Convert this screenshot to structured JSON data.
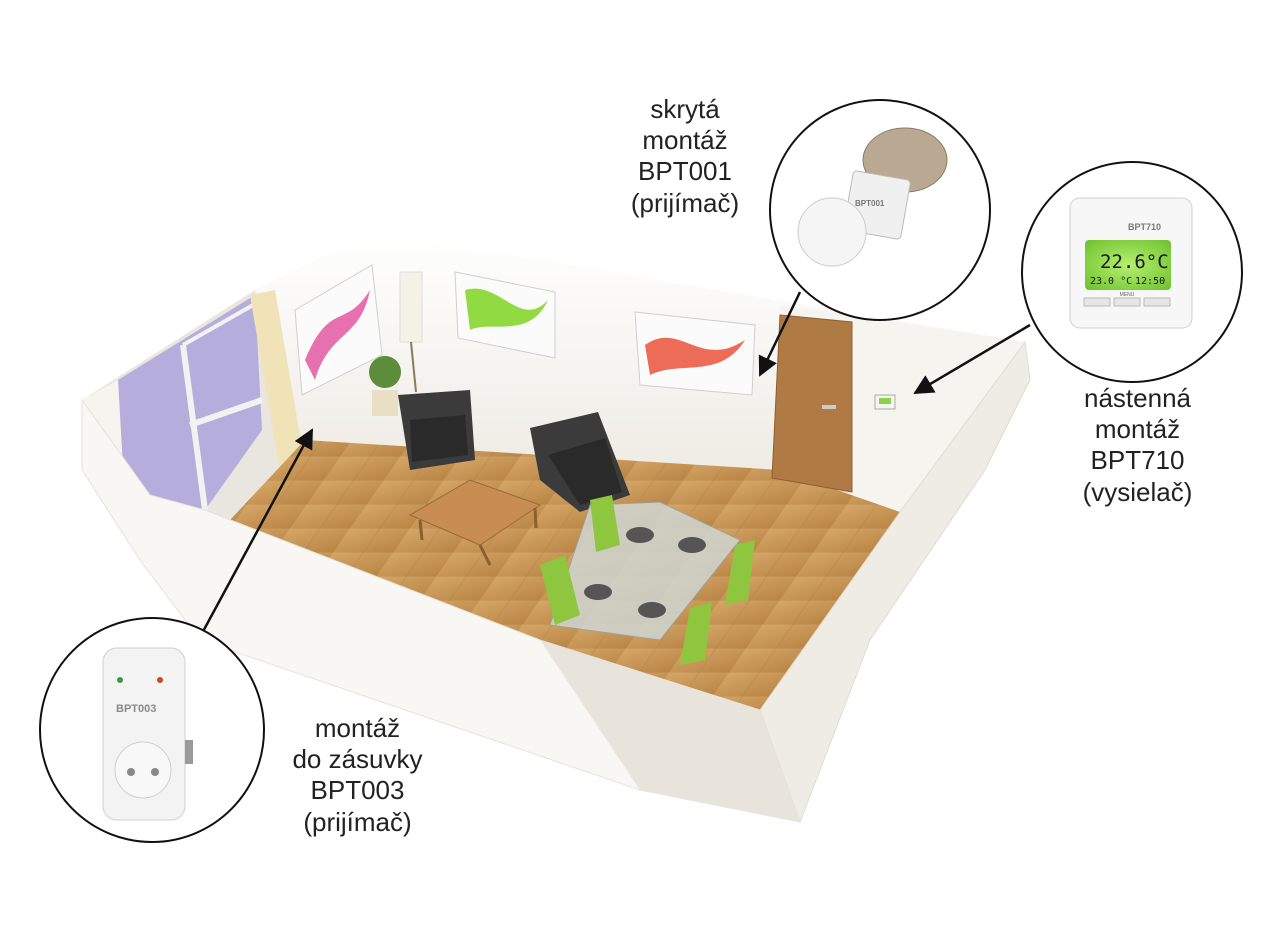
{
  "callouts": {
    "hidden": {
      "lines": [
        "skrytá",
        "montáž",
        "BPT001",
        "(prijímač)"
      ]
    },
    "wall": {
      "lines": [
        "nástenná",
        "montáž",
        "BPT710",
        "(vysielač)"
      ]
    },
    "socket": {
      "lines": [
        "montáž",
        "do zásuvky",
        "BPT003",
        "(prijímač)"
      ]
    }
  },
  "devices": {
    "thermostat": {
      "model": "BPT710",
      "temperature": "22.6°C",
      "setpoint": "23.0 °C",
      "clock": "12:50",
      "button": "MENU"
    },
    "socket": {
      "model": "BPT003"
    },
    "hidden_receiver": {
      "model": "BPT001"
    }
  },
  "colors": {
    "floor": "#c99a5a",
    "wall": "#f3f0ea",
    "window": "#b5aedc",
    "chairs": "#8ec63f",
    "sofa": "#3b3b3b",
    "door": "#b07a45",
    "lcd": "#9be05a"
  }
}
